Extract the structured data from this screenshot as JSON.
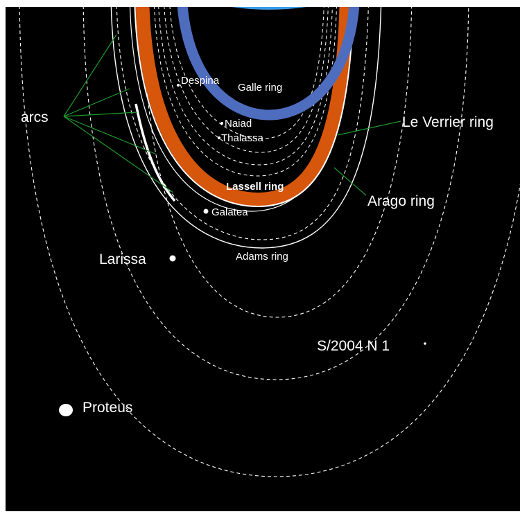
{
  "colors": {
    "background": "#000000",
    "frame": "#ffffff",
    "planet": "#3b9be6",
    "galle_ring": "#4f6dbf",
    "lassell_ring": "#d6560c",
    "orbit_line": "#ffffff",
    "leader_line": "#1e9a2c",
    "label_text": "#ffffff"
  },
  "labels": {
    "arcs": "arcs",
    "despina": "Despina",
    "galle_ring": "Galle ring",
    "naiad": "Naiad",
    "thalassa": "Thalassa",
    "le_verrier_ring": "Le Verrier ring",
    "lassell_ring": "Lassell ring",
    "arago_ring": "Arago ring",
    "galatea": "Galatea",
    "larissa": "Larissa",
    "adams_ring": "Adams ring",
    "s2004_n1": "S/2004 N 1",
    "proteus": "Proteus"
  }
}
